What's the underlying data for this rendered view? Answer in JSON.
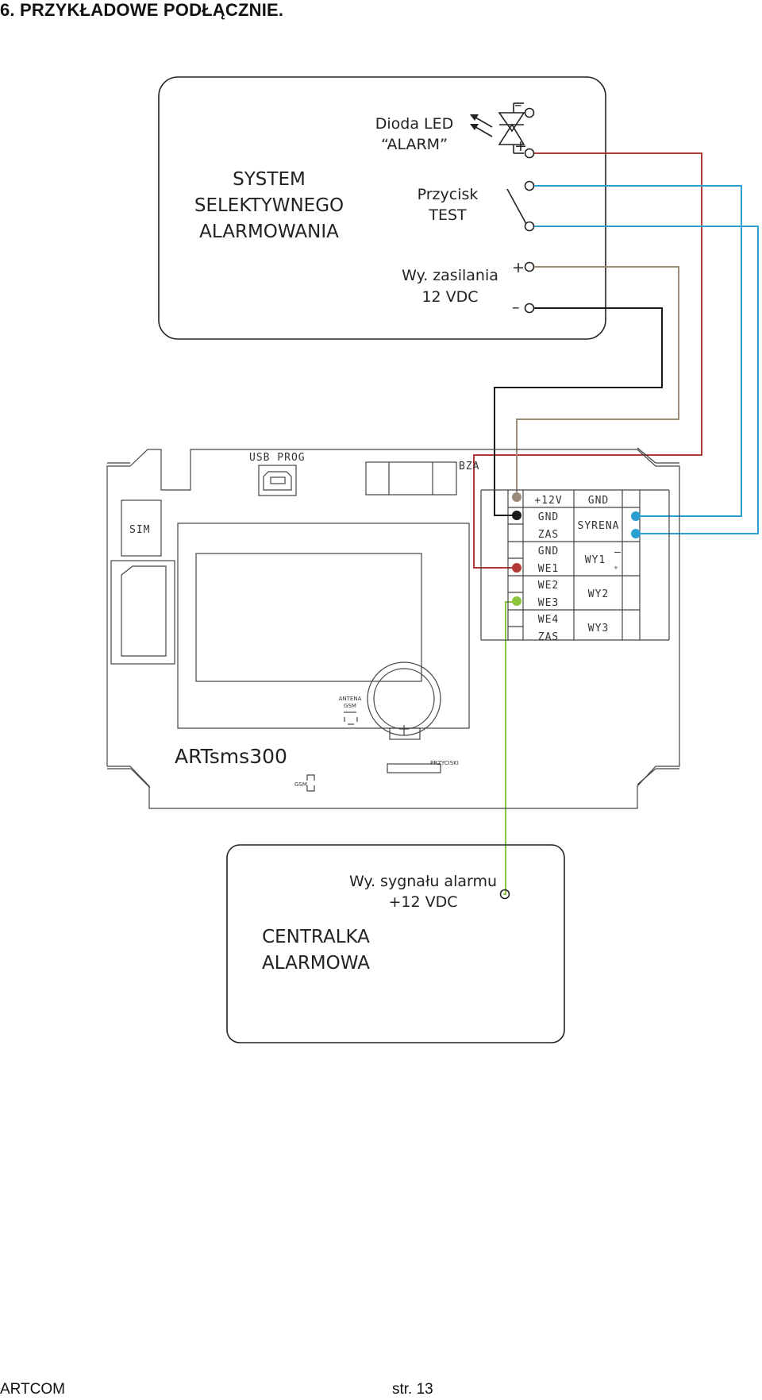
{
  "heading": "6. PRZYKŁADOWE PODŁĄCZNIE.",
  "system_box": {
    "title_lines": [
      "SYSTEM",
      "SELEKTYWNEGO",
      "ALARMOWANIA"
    ],
    "led_lines": [
      "Dioda LED",
      "“ALARM”"
    ],
    "button_lines": [
      "Przycisk",
      "TEST"
    ],
    "supply_lines": [
      "Wy. zasilania",
      "12 VDC"
    ],
    "minus_sign": "–",
    "plus_sign": "+"
  },
  "board": {
    "model": "ARTsms300",
    "usb_label": "USB PROG",
    "buzzer_label": "BZA",
    "sim_label": "SIM",
    "antenna_lines": [
      "ANTENA",
      "GSM"
    ],
    "buttons_label": "PRZYCISKI",
    "gsm_label": "GSM",
    "terminals_left": [
      "+12V",
      "GND",
      "ZAS",
      "GND",
      "WE1",
      "WE2",
      "WE3",
      "WE4",
      "ZAS"
    ],
    "terminals_right": [
      "GND",
      "SYRENA",
      "WY1",
      "WY2",
      "WY3"
    ],
    "wy1_minus": "–",
    "wy1_plus": "+"
  },
  "alarm_box": {
    "title_lines": [
      "CENTRALKA",
      "ALARMOWA"
    ],
    "signal_lines": [
      "Wy. sygnału alarmu",
      "+12 VDC"
    ]
  },
  "wire_colors": {
    "red": "#b23a34",
    "blue": "#2a9fd0",
    "brown": "#9b8a78",
    "black": "#1a1a1a",
    "green": "#8cc63f"
  },
  "footer": {
    "left": "ARTCOM",
    "right": "str. 13"
  }
}
